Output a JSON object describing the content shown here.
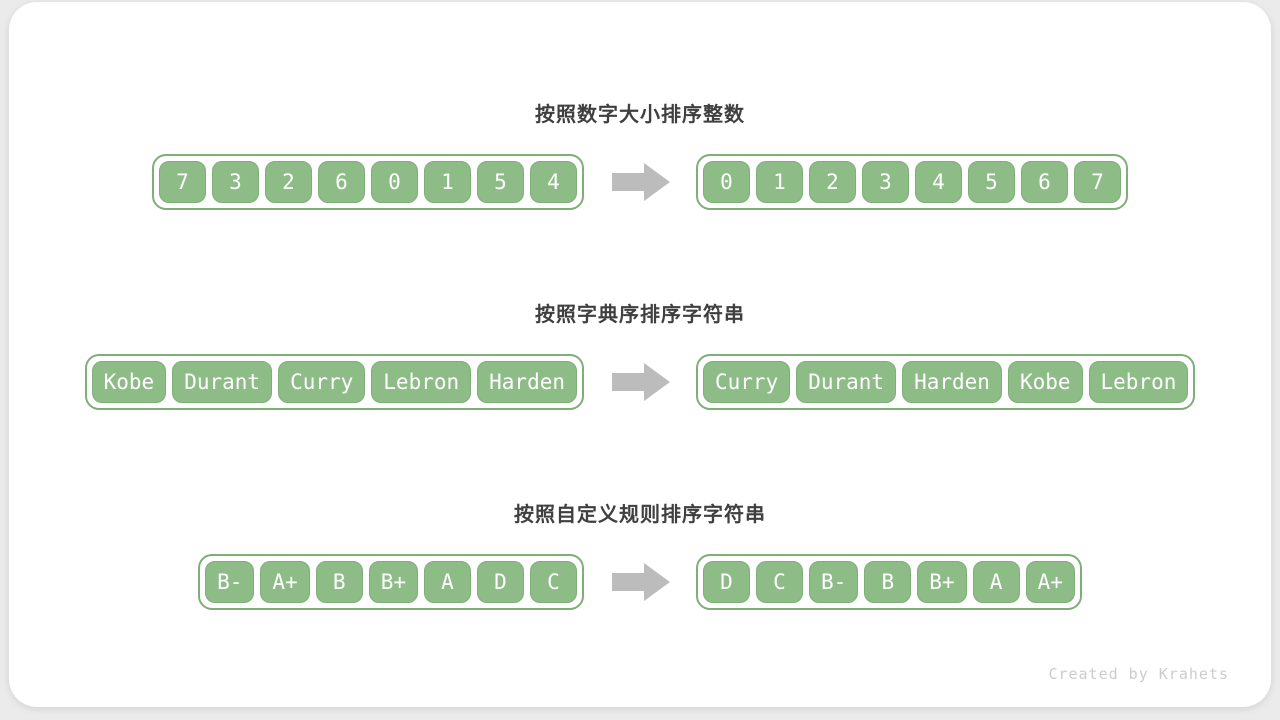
{
  "colors": {
    "page_bg": "#ebebeb",
    "card_bg": "#ffffff",
    "cell_green": "#8dbc87",
    "green_border": "#7fae79",
    "arrow_gray": "#bcbcbc",
    "title_color": "#3f3f3f",
    "cell_text": "#ffffff",
    "watermark_color": "#cccccc"
  },
  "watermark": "Created by Krahets",
  "rows": [
    {
      "title": "按照数字大小排序整数",
      "before": [
        "7",
        "3",
        "2",
        "6",
        "0",
        "1",
        "5",
        "4"
      ],
      "after": [
        "0",
        "1",
        "2",
        "3",
        "4",
        "5",
        "6",
        "7"
      ]
    },
    {
      "title": "按照字典序排序字符串",
      "before": [
        "Kobe",
        "Durant",
        "Curry",
        "Lebron",
        "Harden"
      ],
      "after": [
        "Curry",
        "Durant",
        "Harden",
        "Kobe",
        "Lebron"
      ]
    },
    {
      "title": "按照自定义规则排序字符串",
      "before": [
        "B-",
        "A+",
        "B",
        "B+",
        "A",
        "D",
        "C"
      ],
      "after": [
        "D",
        "C",
        "B-",
        "B",
        "B+",
        "A",
        "A+"
      ]
    }
  ]
}
